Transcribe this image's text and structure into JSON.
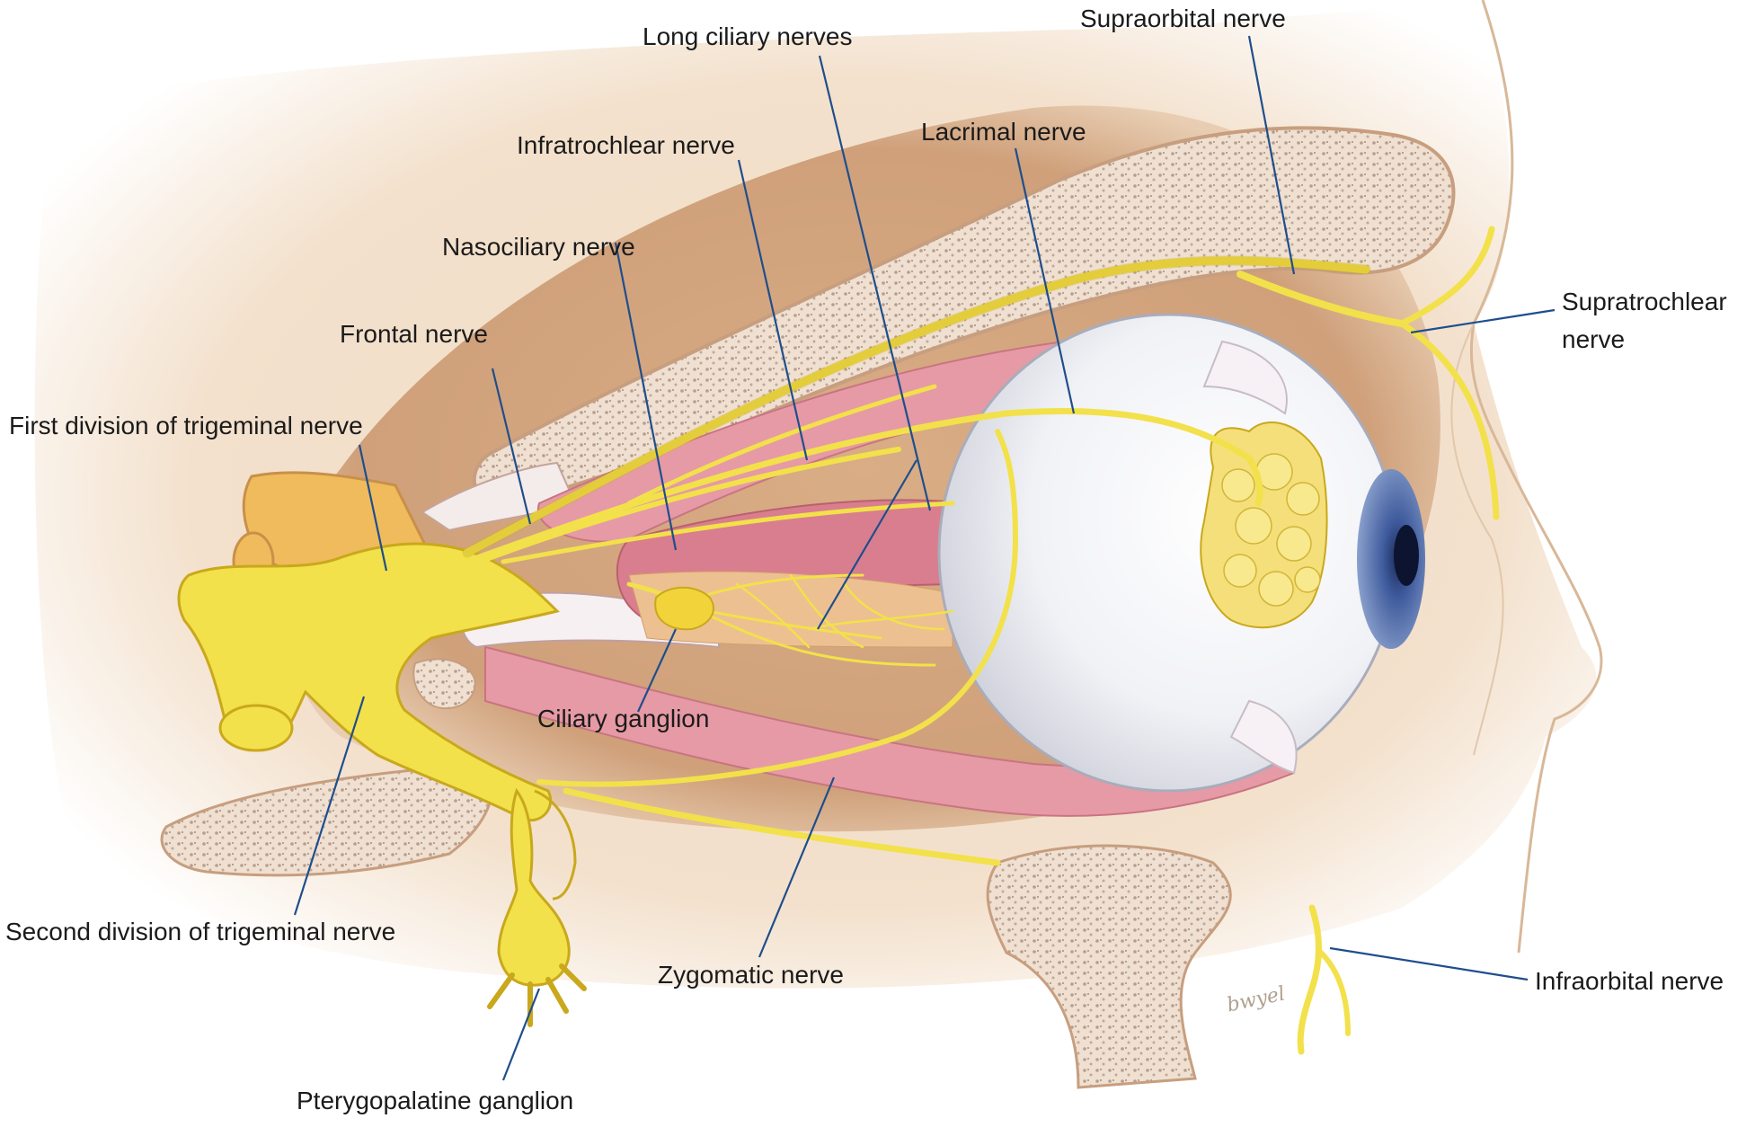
{
  "labels": {
    "long_ciliary": "Long ciliary nerves",
    "supraorbital": "Supraorbital nerve",
    "lacrimal": "Lacrimal nerve",
    "infratrochlear": "Infratrochlear nerve",
    "nasociliary": "Nasociliary nerve",
    "frontal": "Frontal nerve",
    "first_division": "First division of trigeminal nerve",
    "supratrochlear_line1": "Supratrochlear",
    "supratrochlear_line2": "nerve",
    "ciliary_ganglion": "Ciliary ganglion",
    "second_division": "Second division of trigeminal nerve",
    "zygomatic": "Zygomatic nerve",
    "infraorbital": "Infraorbital nerve",
    "pterygopalatine": "Pterygopalatine ganglion"
  },
  "signature": "bwyel",
  "colors": {
    "nerve": "#f2e14a",
    "nerve_outline": "#c9a81c",
    "skin": "#eed6bd",
    "orbit": "#c99a73",
    "bone": "#efe0d1",
    "bone_dots": "#b99d8c",
    "muscle": "#e69aa5",
    "leader": "#1f4e8c",
    "iris": "#3e5a9c"
  }
}
